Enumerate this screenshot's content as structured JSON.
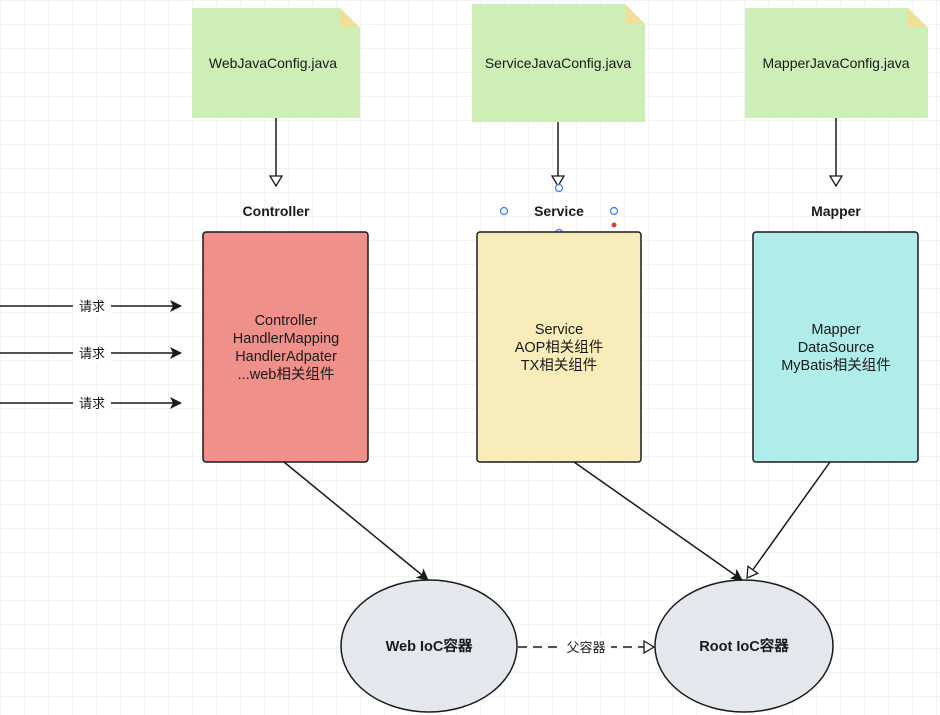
{
  "notes": {
    "web": "WebJavaConfig.java",
    "service": "ServiceJavaConfig.java",
    "mapper": "MapperJavaConfig.java"
  },
  "headings": {
    "controller": "Controller",
    "service": "Service",
    "mapper": "Mapper"
  },
  "boxes": {
    "controller": [
      "Controller",
      "HandlerMapping",
      "HandlerAdpater",
      "...web相关组件"
    ],
    "service": [
      "Service",
      "AOP相关组件",
      "TX相关组件"
    ],
    "mapper": [
      "Mapper",
      "DataSource",
      "MyBatis相关组件"
    ]
  },
  "requests": [
    "请求",
    "请求",
    "请求"
  ],
  "containers": {
    "web": "Web IoC容器",
    "root": "Root IoC容器"
  },
  "parent_edge_label": "父容器",
  "colors": {
    "note_fill": "#cdeeb6",
    "note_fold": "#f0df98",
    "controller_fill": "#f0908a",
    "service_fill": "#f8edba",
    "mapper_fill": "#b0ecea",
    "container_fill": "#e4e8ec",
    "stroke": "#1a1a1a",
    "grid": "#e9e9e9",
    "selection_handle": "#3d7be8",
    "selection_dot": "#e33b3b"
  }
}
